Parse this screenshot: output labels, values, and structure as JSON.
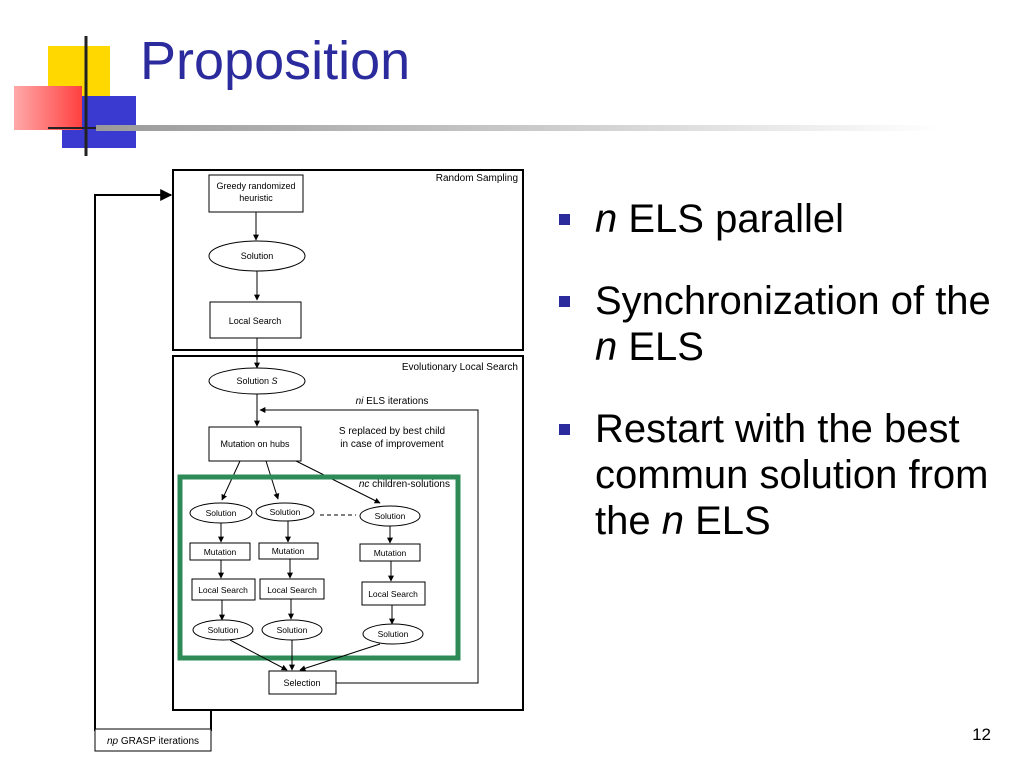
{
  "slide": {
    "title": "Proposition",
    "page_number": "12",
    "bullets": [
      {
        "italic_prefix": "n",
        "text": " ELS parallel"
      },
      {
        "text_before": "Synchronization of the ",
        "italic": "n",
        "text_after": " ELS"
      },
      {
        "text_before": "Restart with the best commun solution from the ",
        "italic": "n",
        "text_after": " ELS"
      }
    ]
  },
  "diagram": {
    "random_sampling": {
      "label": "Random Sampling",
      "greedy_line1": "Greedy randomized",
      "greedy_line2": "heuristic",
      "solution": "Solution",
      "local_search": "Local Search"
    },
    "els": {
      "label": "Evolutionary Local Search",
      "solution_s_prefix": "Solution ",
      "solution_s_italic": "S",
      "ni_italic": "ni",
      "ni_text": " ELS iterations",
      "mutation_on_hubs": "Mutation on hubs",
      "replace_line1": "S replaced by best child",
      "replace_line2": "in case of improvement",
      "nc_italic": "nc",
      "nc_text": " children-solutions",
      "solution": "Solution",
      "mutation": "Mutation",
      "local_search": "Local Search",
      "selection": "Selection"
    },
    "np_italic": "np",
    "np_text": " GRASP iterations",
    "colors": {
      "green_box": "#2e8b57",
      "accent": "#2b2b9e"
    }
  }
}
